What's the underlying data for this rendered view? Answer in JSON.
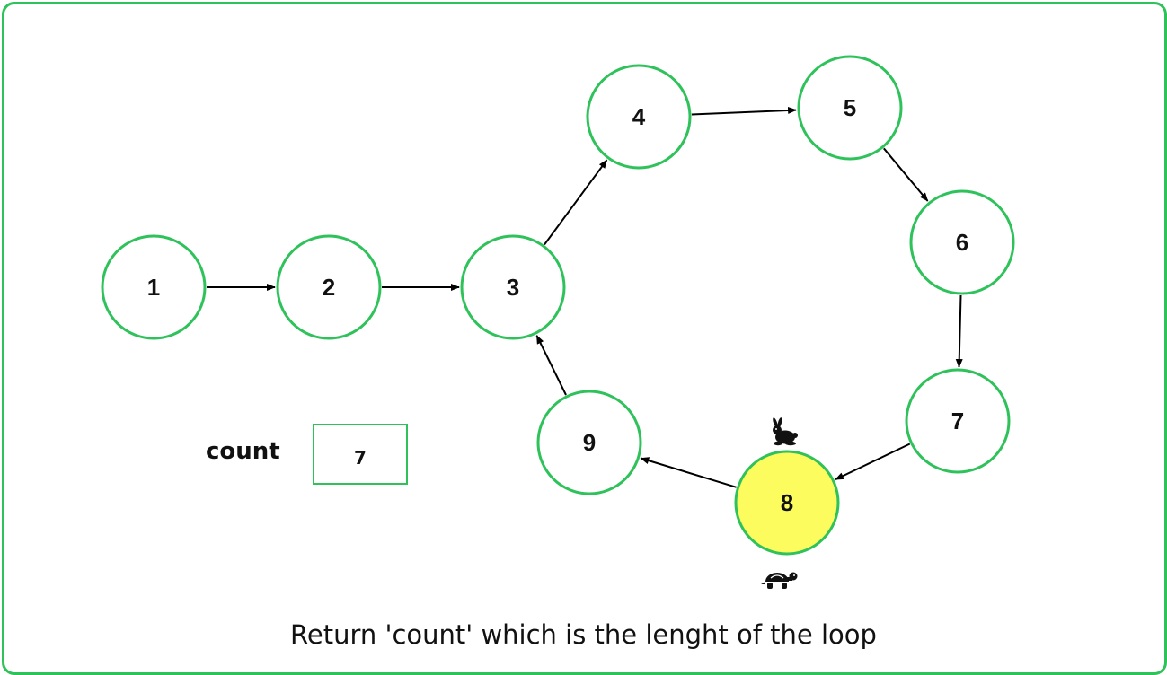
{
  "colors": {
    "border": "#2fc25b",
    "node_stroke": "#2fc25b",
    "node_fill": "#ffffff",
    "highlight_fill": "#fdfc5e",
    "text": "#111111",
    "arrow": "#000000"
  },
  "nodes": [
    {
      "id": "1",
      "label": "1"
    },
    {
      "id": "2",
      "label": "2"
    },
    {
      "id": "3",
      "label": "3"
    },
    {
      "id": "4",
      "label": "4"
    },
    {
      "id": "5",
      "label": "5"
    },
    {
      "id": "6",
      "label": "6"
    },
    {
      "id": "7",
      "label": "7"
    },
    {
      "id": "8",
      "label": "8",
      "highlighted": true
    },
    {
      "id": "9",
      "label": "9"
    }
  ],
  "edges": [
    {
      "from": "1",
      "to": "2"
    },
    {
      "from": "2",
      "to": "3"
    },
    {
      "from": "3",
      "to": "4"
    },
    {
      "from": "4",
      "to": "5"
    },
    {
      "from": "5",
      "to": "6"
    },
    {
      "from": "6",
      "to": "7"
    },
    {
      "from": "7",
      "to": "8"
    },
    {
      "from": "8",
      "to": "9"
    },
    {
      "from": "9",
      "to": "3"
    }
  ],
  "markers": {
    "fast_pointer_icon": "rabbit-icon",
    "slow_pointer_icon": "turtle-icon",
    "at_node": "8"
  },
  "count": {
    "label": "count",
    "value": "7"
  },
  "caption": "Return 'count' which is the lenght of the loop"
}
